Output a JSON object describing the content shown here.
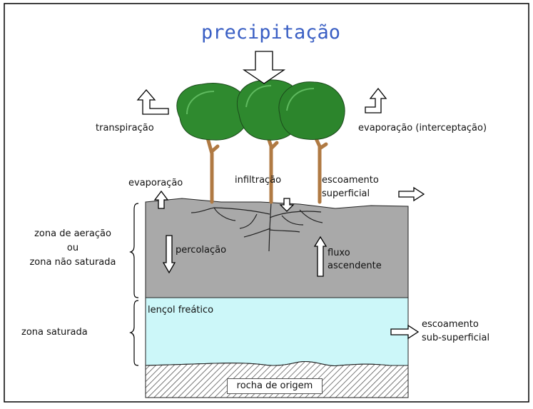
{
  "title": "precipitação",
  "colors": {
    "title": "#3a5fc4",
    "unsaturated_zone": "#a9a9a9",
    "saturated_zone": "#ccf7f9",
    "foliage": "#2f8a2f",
    "trunk": "#b07a43",
    "rock_hatch": "#444444"
  },
  "labels": {
    "transpiration": "transpiração",
    "evaporation_interception": "evaporação (interceptação)",
    "evaporation": "evaporação",
    "infiltration": "infiltração",
    "runoff_line1": "escoamento",
    "runoff_line2": "superficial",
    "aeration_zone_line1": "zona de aeração",
    "aeration_zone_line2": "ou",
    "aeration_zone_line3": "zona não saturada",
    "percolation": "percolação",
    "upward_flow_line1": "fluxo",
    "upward_flow_line2": "ascendente",
    "water_table": "lençol freático",
    "saturated_zone": "zona saturada",
    "subsurface_line1": "escoamento",
    "subsurface_line2": "sub-superficial",
    "bedrock": "rocha de origem"
  },
  "icons": [
    "down-arrow-icon",
    "up-arrow-icon",
    "right-arrow-icon",
    "bent-up-arrow-icon",
    "tree-icon"
  ]
}
